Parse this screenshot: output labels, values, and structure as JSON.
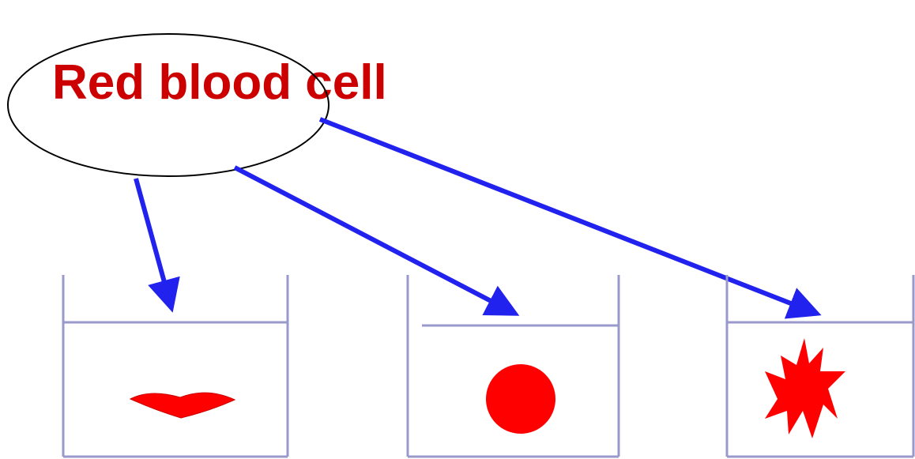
{
  "title": "Red blood cell",
  "colors": {
    "text": "#cc0000",
    "arrow": "#2222ee",
    "beaker": "#9999cc",
    "cell": "#ff0000",
    "outline": "#000000"
  },
  "beakers": [
    {
      "id": "left",
      "cell_shape": "shrunken"
    },
    {
      "id": "middle",
      "cell_shape": "round"
    },
    {
      "id": "right",
      "cell_shape": "burst"
    }
  ]
}
